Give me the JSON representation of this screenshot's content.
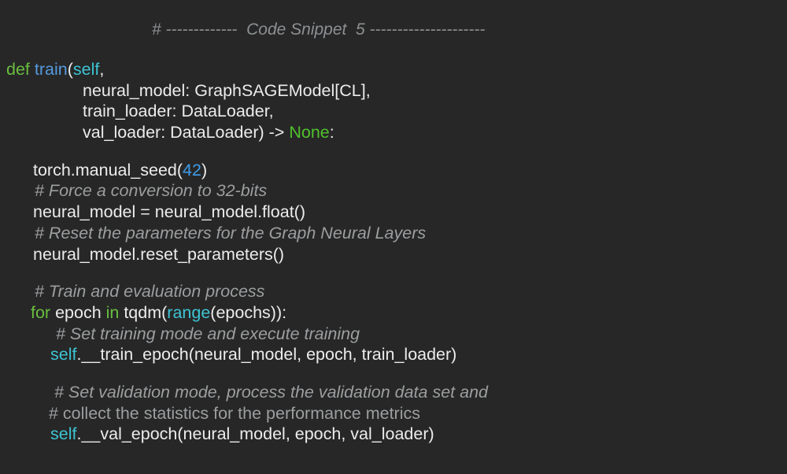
{
  "title": {
    "text": "# -------------  Code Snippet  5 ---------------------"
  },
  "colors": {
    "background": "#272727",
    "text": "#ECECEC",
    "comment": "#9C9EA0",
    "title": "#8D9093",
    "keyword": "#69BE3F",
    "constant": "#50C22C",
    "function": "#549ADF",
    "number": "#3E9CE9",
    "builtin": "#3DC4D4"
  },
  "code": {
    "lines": [
      {
        "indent": 8,
        "segments": [
          {
            "t": "keyword",
            "x": "def "
          },
          {
            "t": "function",
            "x": "train"
          },
          {
            "t": "plain",
            "x": "("
          },
          {
            "t": "builtin",
            "x": "self"
          },
          {
            "t": "plain",
            "x": ","
          }
        ]
      },
      {
        "indent": 105,
        "segments": [
          {
            "t": "plain",
            "x": "neural_model: GraphSAGEModel[CL],"
          }
        ]
      },
      {
        "indent": 105,
        "segments": [
          {
            "t": "plain",
            "x": "train_loader: DataLoader,"
          }
        ]
      },
      {
        "indent": 105,
        "segments": [
          {
            "t": "plain",
            "x": "val_loader: DataLoader) -> "
          },
          {
            "t": "constant",
            "x": "None"
          },
          {
            "t": "plain",
            "x": ":"
          }
        ]
      },
      {
        "blank": true
      },
      {
        "indent": 42,
        "segments": [
          {
            "t": "plain",
            "x": "torch.manual_seed("
          },
          {
            "t": "number",
            "x": "42"
          },
          {
            "t": "plain",
            "x": ")"
          }
        ]
      },
      {
        "indent": 44,
        "segments": [
          {
            "t": "comment",
            "x": "# Force a conversion to 32-bits"
          }
        ]
      },
      {
        "indent": 42,
        "segments": [
          {
            "t": "plain",
            "x": "neural_model = neural_model.float()"
          }
        ]
      },
      {
        "indent": 44,
        "segments": [
          {
            "t": "comment",
            "x": "# Reset the parameters for the Graph Neural Layers"
          }
        ]
      },
      {
        "indent": 42,
        "segments": [
          {
            "t": "plain",
            "x": "neural_model.reset_parameters()"
          }
        ]
      },
      {
        "blank": true
      },
      {
        "indent": 44,
        "segments": [
          {
            "t": "comment",
            "x": "# Train and evaluation process"
          }
        ]
      },
      {
        "indent": 39,
        "segments": [
          {
            "t": "keyword",
            "x": "for"
          },
          {
            "t": "plain",
            "x": " epoch "
          },
          {
            "t": "keyword",
            "x": "in"
          },
          {
            "t": "plain",
            "x": " tqdm("
          },
          {
            "t": "builtin",
            "x": "range"
          },
          {
            "t": "plain",
            "x": "(epochs)):"
          }
        ]
      },
      {
        "indent": 71,
        "segments": [
          {
            "t": "comment",
            "x": "# Set training mode and execute training"
          }
        ]
      },
      {
        "indent": 64,
        "segments": [
          {
            "t": "builtin",
            "x": "self"
          },
          {
            "t": "plain",
            "x": ".__train_epoch(neural_model, epoch, train_loader)"
          }
        ]
      },
      {
        "blank": true
      },
      {
        "indent": 69,
        "segments": [
          {
            "t": "comment",
            "x": "# Set validation mode, process the validation data set and"
          }
        ]
      },
      {
        "indent": 62,
        "segments": [
          {
            "t": "comment_upright",
            "x": "# collect the statistics for the performance metrics"
          }
        ]
      },
      {
        "indent": 64,
        "segments": [
          {
            "t": "builtin",
            "x": "self"
          },
          {
            "t": "plain",
            "x": ".__val_epoch(neural_model, epoch, val_loader)"
          }
        ]
      }
    ]
  }
}
